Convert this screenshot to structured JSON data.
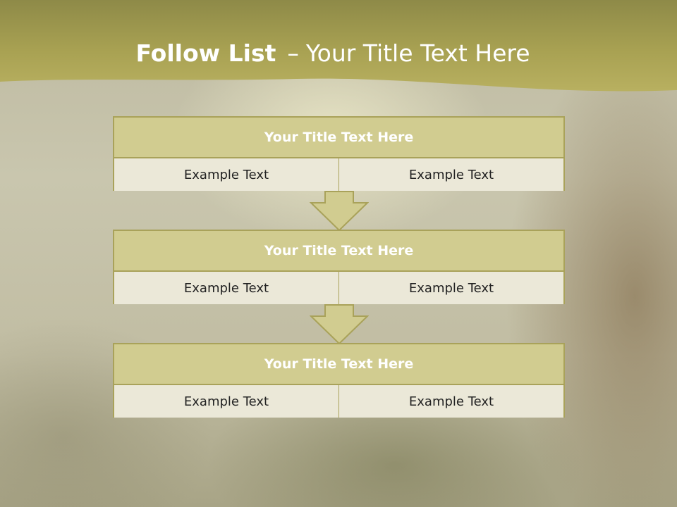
{
  "slide": {
    "title_bold": "Follow List",
    "title_separator": "–",
    "title_rest": "Your Title Text Here"
  },
  "colors": {
    "header_band": "#b2ab5a",
    "box_title_fill": "#d1cc90",
    "box_cell_fill": "#ebe8d8",
    "box_border": "#a9a25a",
    "arrow_fill": "#d1cc90",
    "arrow_stroke": "#a9a25a"
  },
  "steps": [
    {
      "title": "Your Title Text Here",
      "left_text": "Example Text",
      "right_text": "Example Text"
    },
    {
      "title": "Your Title Text Here",
      "left_text": "Example Text",
      "right_text": "Example Text"
    },
    {
      "title": "Your Title Text Here",
      "left_text": "Example Text",
      "right_text": "Example Text"
    }
  ],
  "connectors": [
    {
      "icon": "down-arrow-icon"
    },
    {
      "icon": "down-arrow-icon"
    }
  ]
}
